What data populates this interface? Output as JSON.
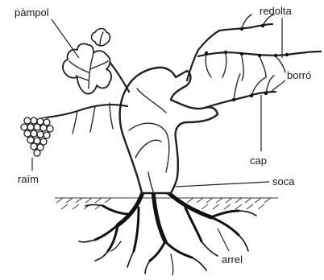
{
  "labels": {
    "pampol": "pàmpol",
    "redolta": "redolta",
    "borro": "borró",
    "raim": "raïm",
    "cap": "cap",
    "soca": "soca",
    "arrel": "arrel"
  }
}
